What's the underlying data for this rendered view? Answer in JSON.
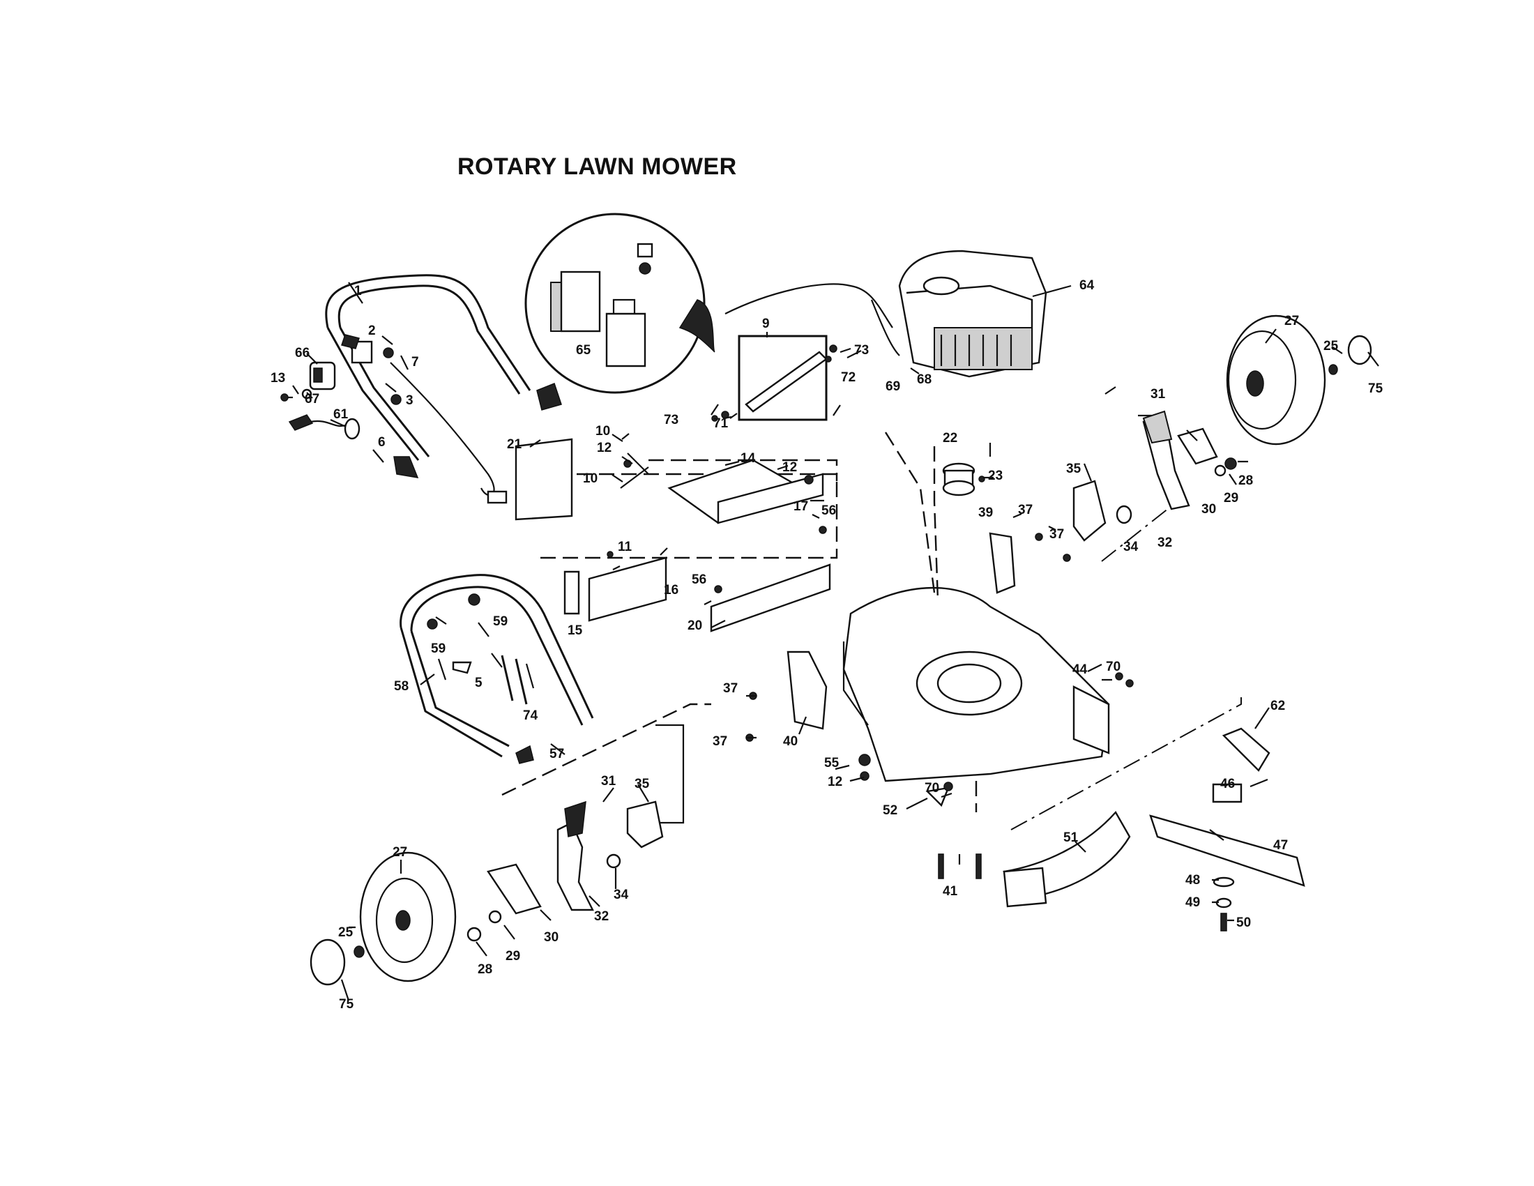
{
  "title": "ROTARY LAWN MOWER",
  "callouts": [
    {
      "id": "c1",
      "text": "1"
    },
    {
      "id": "c2",
      "text": "2"
    },
    {
      "id": "c3",
      "text": "3"
    },
    {
      "id": "c5",
      "text": "5"
    },
    {
      "id": "c6",
      "text": "6"
    },
    {
      "id": "c7",
      "text": "7"
    },
    {
      "id": "c9",
      "text": "9"
    },
    {
      "id": "c10a",
      "text": "10"
    },
    {
      "id": "c10b",
      "text": "10"
    },
    {
      "id": "c11",
      "text": "11"
    },
    {
      "id": "c12a",
      "text": "12"
    },
    {
      "id": "c12b",
      "text": "12"
    },
    {
      "id": "c12c",
      "text": "12"
    },
    {
      "id": "c13",
      "text": "13"
    },
    {
      "id": "c14",
      "text": "14"
    },
    {
      "id": "c15",
      "text": "15"
    },
    {
      "id": "c16",
      "text": "16"
    },
    {
      "id": "c17",
      "text": "17"
    },
    {
      "id": "c20",
      "text": "20"
    },
    {
      "id": "c21",
      "text": "21"
    },
    {
      "id": "c22",
      "text": "22"
    },
    {
      "id": "c23",
      "text": "23"
    },
    {
      "id": "c25a",
      "text": "25"
    },
    {
      "id": "c25b",
      "text": "25"
    },
    {
      "id": "c27a",
      "text": "27"
    },
    {
      "id": "c27b",
      "text": "27"
    },
    {
      "id": "c28a",
      "text": "28"
    },
    {
      "id": "c28b",
      "text": "28"
    },
    {
      "id": "c29a",
      "text": "29"
    },
    {
      "id": "c29b",
      "text": "29"
    },
    {
      "id": "c30a",
      "text": "30"
    },
    {
      "id": "c30b",
      "text": "30"
    },
    {
      "id": "c31a",
      "text": "31"
    },
    {
      "id": "c31b",
      "text": "31"
    },
    {
      "id": "c32a",
      "text": "32"
    },
    {
      "id": "c32b",
      "text": "32"
    },
    {
      "id": "c34a",
      "text": "34"
    },
    {
      "id": "c34b",
      "text": "34"
    },
    {
      "id": "c35a",
      "text": "35"
    },
    {
      "id": "c35b",
      "text": "35"
    },
    {
      "id": "c37a",
      "text": "37"
    },
    {
      "id": "c37b",
      "text": "37"
    },
    {
      "id": "c37c",
      "text": "37"
    },
    {
      "id": "c37d",
      "text": "37"
    },
    {
      "id": "c39",
      "text": "39"
    },
    {
      "id": "c40",
      "text": "40"
    },
    {
      "id": "c41",
      "text": "41"
    },
    {
      "id": "c44",
      "text": "44"
    },
    {
      "id": "c46",
      "text": "46"
    },
    {
      "id": "c47",
      "text": "47"
    },
    {
      "id": "c48",
      "text": "48"
    },
    {
      "id": "c49",
      "text": "49"
    },
    {
      "id": "c50",
      "text": "50"
    },
    {
      "id": "c51",
      "text": "51"
    },
    {
      "id": "c52",
      "text": "52"
    },
    {
      "id": "c55",
      "text": "55"
    },
    {
      "id": "c56a",
      "text": "56"
    },
    {
      "id": "c56b",
      "text": "56"
    },
    {
      "id": "c57",
      "text": "57"
    },
    {
      "id": "c58",
      "text": "58"
    },
    {
      "id": "c59a",
      "text": "59"
    },
    {
      "id": "c59b",
      "text": "59"
    },
    {
      "id": "c61",
      "text": "61"
    },
    {
      "id": "c62",
      "text": "62"
    },
    {
      "id": "c64",
      "text": "64"
    },
    {
      "id": "c65",
      "text": "65"
    },
    {
      "id": "c66",
      "text": "66"
    },
    {
      "id": "c67",
      "text": "67"
    },
    {
      "id": "c68",
      "text": "68"
    },
    {
      "id": "c69",
      "text": "69"
    },
    {
      "id": "c70a",
      "text": "70"
    },
    {
      "id": "c70b",
      "text": "70"
    },
    {
      "id": "c71",
      "text": "71"
    },
    {
      "id": "c72",
      "text": "72"
    },
    {
      "id": "c73a",
      "text": "73"
    },
    {
      "id": "c73b",
      "text": "73"
    },
    {
      "id": "c74",
      "text": "74"
    },
    {
      "id": "c75a",
      "text": "75"
    },
    {
      "id": "c75b",
      "text": "75"
    }
  ]
}
